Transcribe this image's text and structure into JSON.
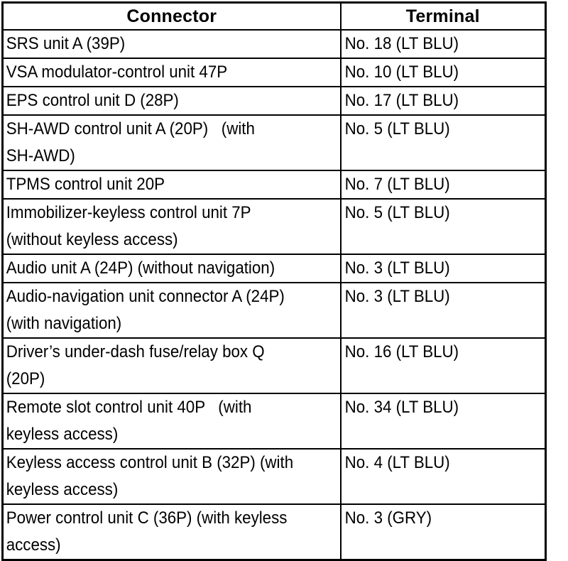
{
  "table": {
    "headers": {
      "connector": "Connector",
      "terminal": "Terminal"
    },
    "rows": [
      {
        "connector": "SRS unit A (39P)",
        "terminal": "No. 18 (LT BLU)",
        "lines": 1
      },
      {
        "connector": "VSA modulator-control unit 47P",
        "terminal": "No. 10 (LT BLU)",
        "lines": 1
      },
      {
        "connector": "EPS control unit D (28P)",
        "terminal": "No. 17 (LT BLU)",
        "lines": 1
      },
      {
        "connector": "SH-AWD control unit A (20P)   (with\nSH-AWD)",
        "terminal": "No. 5 (LT BLU)",
        "lines": 2
      },
      {
        "connector": "TPMS control unit 20P",
        "terminal": "No. 7 (LT BLU)",
        "lines": 1
      },
      {
        "connector": "Immobilizer-keyless control unit 7P\n(without keyless access)",
        "terminal": "No. 5 (LT BLU)",
        "lines": 2
      },
      {
        "connector": "Audio unit A (24P) (without navigation)",
        "terminal": "No. 3 (LT BLU)",
        "lines": 1
      },
      {
        "connector": "Audio-navigation unit connector A (24P)\n(with navigation)",
        "terminal": "No. 3 (LT BLU)",
        "lines": 2
      },
      {
        "connector": "Driver’s under-dash fuse/relay box Q\n(20P)",
        "terminal": "No. 16 (LT BLU)",
        "lines": 2
      },
      {
        "connector": "Remote slot control unit 40P   (with\nkeyless access)",
        "terminal": "No. 34 (LT BLU)",
        "lines": 2
      },
      {
        "connector": "Keyless access control unit B (32P) (with\nkeyless access)",
        "terminal": "No. 4 (LT BLU)",
        "lines": 2
      },
      {
        "connector": "Power control unit C (36P) (with keyless\naccess)",
        "terminal": "No. 3 (GRY)",
        "lines": 2
      }
    ]
  }
}
